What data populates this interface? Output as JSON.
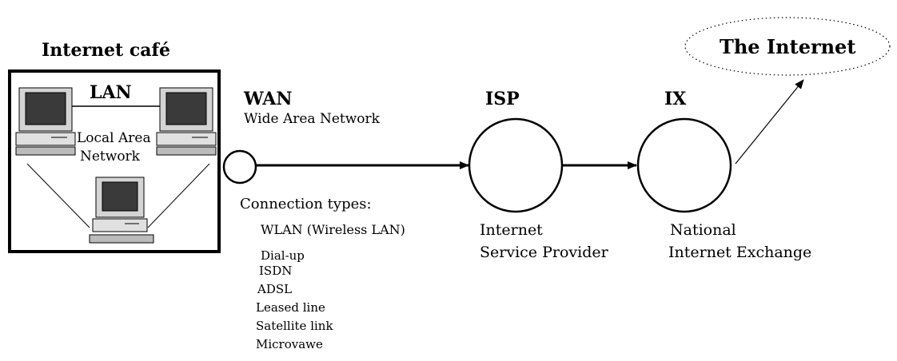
{
  "cafe": {
    "title": "Internet café",
    "lan_label": "LAN",
    "lan_desc_line1": "Local Area",
    "lan_desc_line2": "Network"
  },
  "wan": {
    "label": "WAN",
    "desc": "Wide Area Network"
  },
  "connection": {
    "heading": "Connection types:",
    "types": [
      "WLAN (Wireless LAN)",
      "Dial-up",
      "ISDN",
      "ADSL",
      "Leased line",
      "Satellite link",
      "Microvawe"
    ]
  },
  "isp": {
    "label": "ISP",
    "desc_line1": "Internet",
    "desc_line2": "Service Provider"
  },
  "ix": {
    "label": "IX",
    "desc_line1": "National",
    "desc_line2": "Internet Exchange"
  },
  "internet": {
    "label": "The Internet"
  }
}
